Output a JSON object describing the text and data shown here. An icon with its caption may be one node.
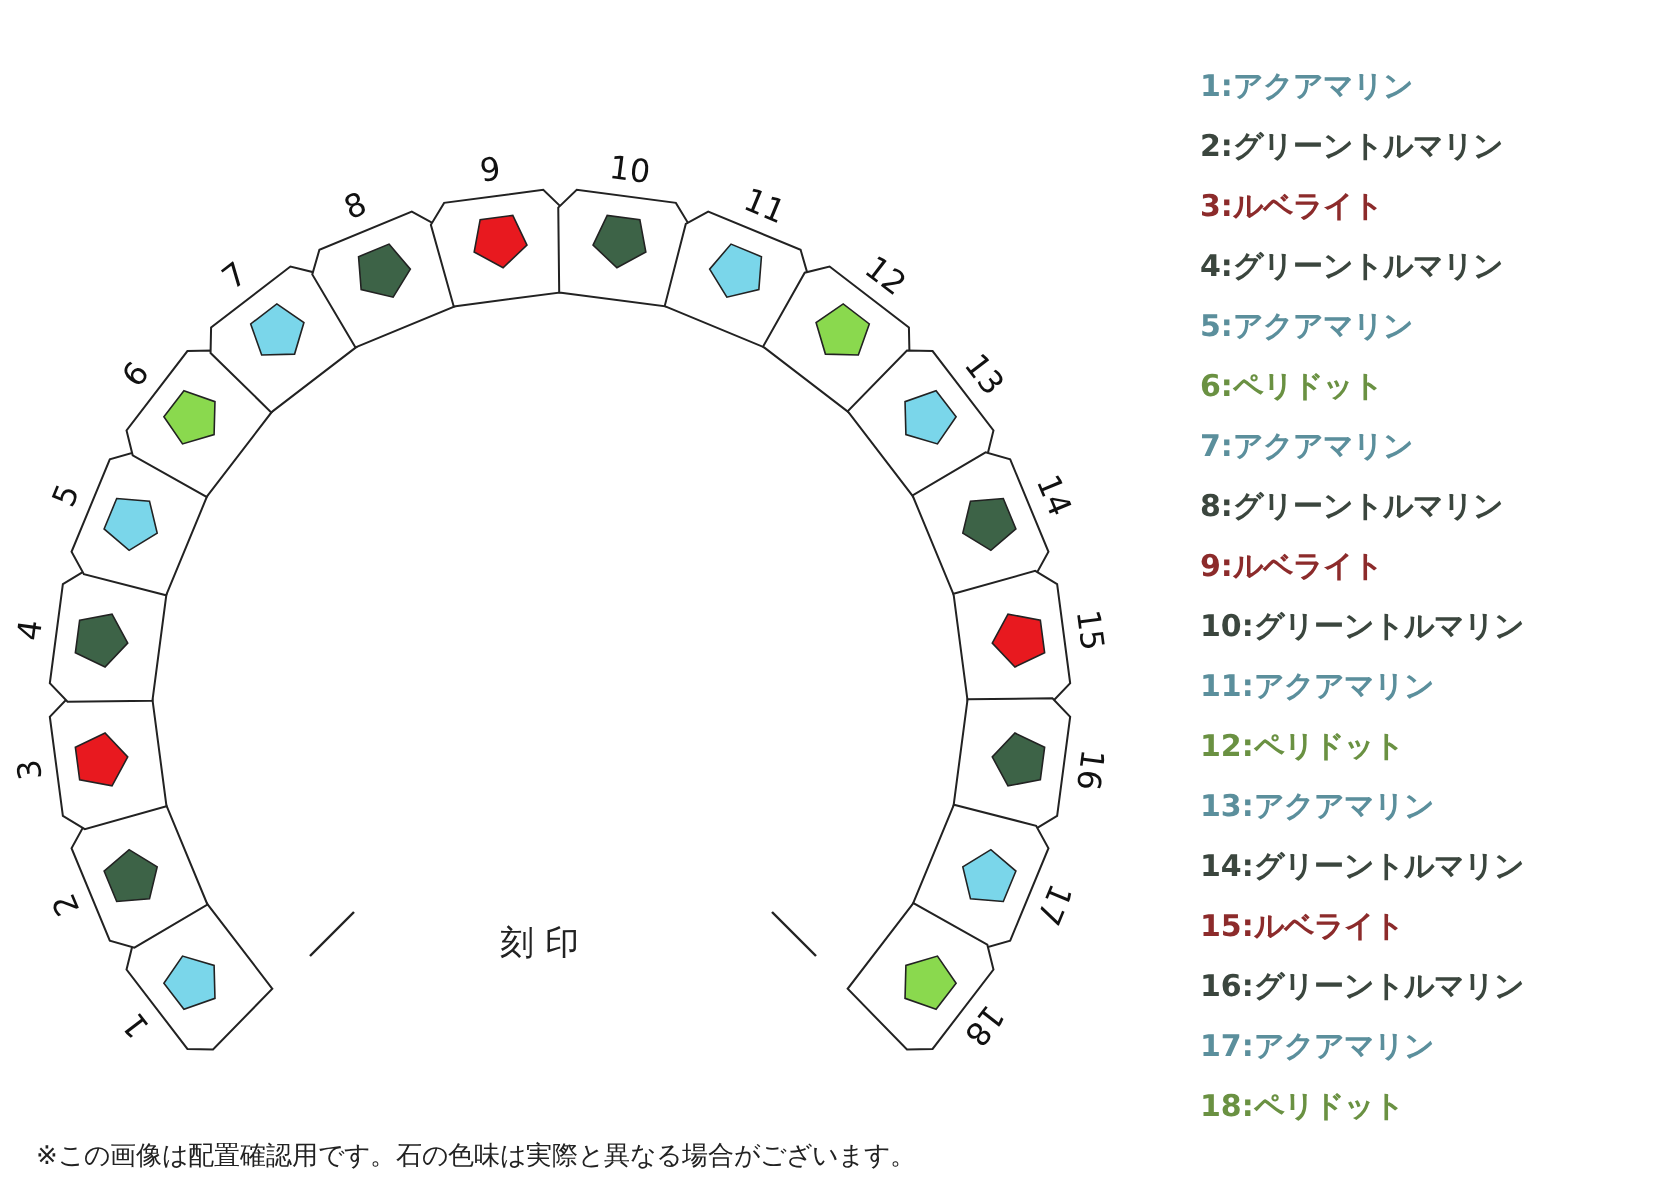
{
  "diagram": {
    "caption": "※この画像は配置確認用です。石の色味は実際と異なる場合がございます。",
    "nodes": [
      {
        "text": [
          "1"
        ]
      },
      {
        "text": [
          "2"
        ]
      },
      {
        "text": [
          "3"
        ]
      },
      {
        "text": [
          "4"
        ]
      },
      {
        "text": [
          "5"
        ]
      },
      {
        "text": [
          "6"
        ]
      },
      {
        "text": [
          "7"
        ]
      },
      {
        "text": [
          "8"
        ]
      },
      {
        "text": [
          "9"
        ]
      },
      {
        "text": [
          "10"
        ]
      },
      {
        "text": [
          "11"
        ]
      },
      {
        "text": [
          "12"
        ]
      },
      {
        "text": [
          "13"
        ]
      },
      {
        "text": [
          "14"
        ]
      },
      {
        "text": [
          "15"
        ]
      },
      {
        "text": [
          "16"
        ]
      },
      {
        "text": [
          "17"
        ]
      },
      {
        "text": [
          "18"
        ]
      }
    ],
    "labels": [
      "刻 印"
    ],
    "legend": [
      {
        "text": "1:アクアマリン",
        "color": "#5b8f9c"
      },
      {
        "text": "2:グリーントルマリン",
        "color": "#3b463e"
      },
      {
        "text": "3:ルベライト",
        "color": "#8c2b2b"
      },
      {
        "text": "4:グリーントルマリン",
        "color": "#3b463e"
      },
      {
        "text": "5:アクアマリン",
        "color": "#5b8f9c"
      },
      {
        "text": "6:ペリドット",
        "color": "#6a9142"
      },
      {
        "text": "7:アクアマリン",
        "color": "#5b8f9c"
      },
      {
        "text": "8:グリーントルマリン",
        "color": "#3b463e"
      },
      {
        "text": "9:ルベライト",
        "color": "#8c2b2b"
      },
      {
        "text": "10:グリーントルマリン",
        "color": "#3b463e"
      },
      {
        "text": "11:アクアマリン",
        "color": "#5b8f9c"
      },
      {
        "text": "12:ペリドット",
        "color": "#6a9142"
      },
      {
        "text": "13:アクアマリン",
        "color": "#5b8f9c"
      },
      {
        "text": "14:グリーントルマリン",
        "color": "#3b463e"
      },
      {
        "text": "15:ルベライト",
        "color": "#8c2b2b"
      },
      {
        "text": "16:グリーントルマリン",
        "color": "#3b463e"
      },
      {
        "text": "17:アクアマリン",
        "color": "#5b8f9c"
      },
      {
        "text": "18:ペリドット",
        "color": "#6a9142"
      }
    ]
  }
}
